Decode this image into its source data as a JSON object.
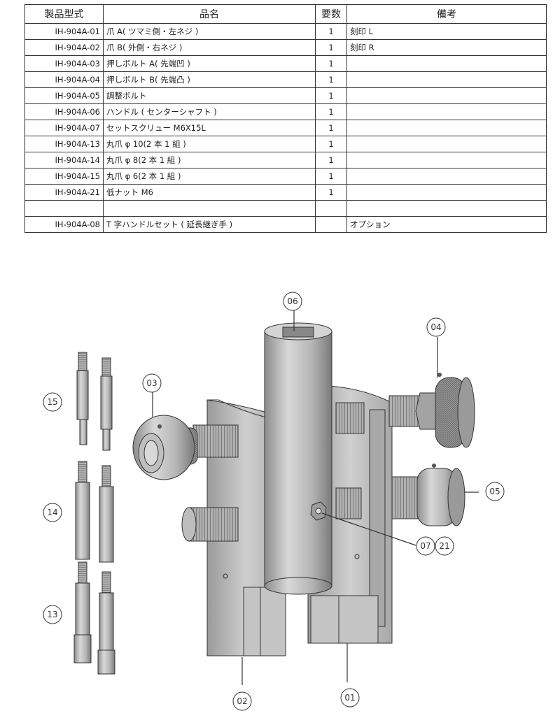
{
  "table": {
    "headers": [
      "製品型式",
      "品名",
      "要数",
      "備考"
    ],
    "rows": [
      {
        "model": "IH-904A-01",
        "name": "爪 A( ツマミ側・左ネジ )",
        "qty": "1",
        "note": "刻印 L"
      },
      {
        "model": "IH-904A-02",
        "name": "爪 B( 外側・右ネジ )",
        "qty": "1",
        "note": "刻印 R"
      },
      {
        "model": "IH-904A-03",
        "name": "押しボルト A( 先端凹 )",
        "qty": "1",
        "note": ""
      },
      {
        "model": "IH-904A-04",
        "name": "押しボルト B( 先端凸 )",
        "qty": "1",
        "note": ""
      },
      {
        "model": "IH-904A-05",
        "name": "調整ボルト",
        "qty": "1",
        "note": ""
      },
      {
        "model": "IH-904A-06",
        "name": "ハンドル ( センターシャフト )",
        "qty": "1",
        "note": ""
      },
      {
        "model": "IH-904A-07",
        "name": "セットスクリュー M6X15L",
        "qty": "1",
        "note": ""
      },
      {
        "model": "IH-904A-13",
        "name": "丸爪 φ 10(2 本 1 組 )",
        "qty": "1",
        "note": ""
      },
      {
        "model": "IH-904A-14",
        "name": "丸爪 φ 8(2 本 1 組 )",
        "qty": "1",
        "note": ""
      },
      {
        "model": "IH-904A-15",
        "name": "丸爪 φ 6(2 本 1 組 )",
        "qty": "1",
        "note": ""
      },
      {
        "model": "IH-904A-21",
        "name": "低ナット M6",
        "qty": "1",
        "note": ""
      },
      {
        "model": "",
        "name": "",
        "qty": "",
        "note": ""
      },
      {
        "model": "IH-904A-08",
        "name": "T 字ハンドルセット ( 延長継ぎ手 )",
        "qty": "",
        "note": "オプション"
      }
    ]
  },
  "callouts": {
    "c06": "06",
    "c04": "04",
    "c03": "03",
    "c15": "15",
    "c05": "05",
    "c14": "14",
    "c07": "07",
    "c21": "21",
    "c13": "13",
    "c02": "02",
    "c01": "01"
  }
}
